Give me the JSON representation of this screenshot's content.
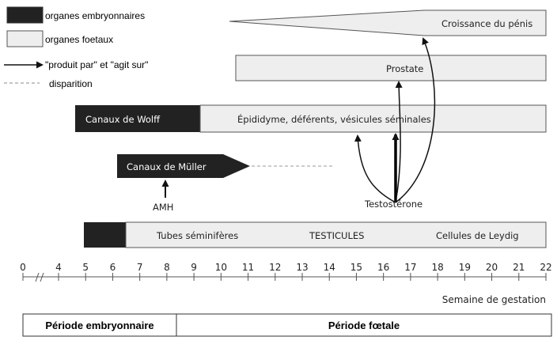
{
  "legend": {
    "embryonic": "organes embryonnaires",
    "fetal": "organes foetaux",
    "produced_by": "\"produit par\" et \"agit sur\"",
    "disappearance": "disparition"
  },
  "organs": {
    "penis": "Croissance du pénis",
    "prostate": "Prostate",
    "wolff": "Canaux de Wolff",
    "wolff_derivatives": "Épididyme, déférents, vésicules séminales",
    "muller": "Canaux de Müller",
    "tubes": "Tubes séminifères",
    "testicles": "TESTICULES",
    "leydig": "Cellules de Leydig"
  },
  "hormones": {
    "amh": "AMH",
    "testosterone": "Testostérone"
  },
  "axis": {
    "ticks": [
      "0",
      "4",
      "5",
      "6",
      "7",
      "8",
      "9",
      "10",
      "11",
      "12",
      "13",
      "14",
      "15",
      "16",
      "17",
      "18",
      "19",
      "20",
      "21",
      "22"
    ],
    "label": "Semaine de gestation"
  },
  "periods": {
    "embryonic": "Période embryonnaire",
    "fetal": "Période fœtale"
  },
  "colors": {
    "embryonic_fill": "#222222",
    "fetal_fill": "#eeeeee",
    "outline": "#555555"
  }
}
